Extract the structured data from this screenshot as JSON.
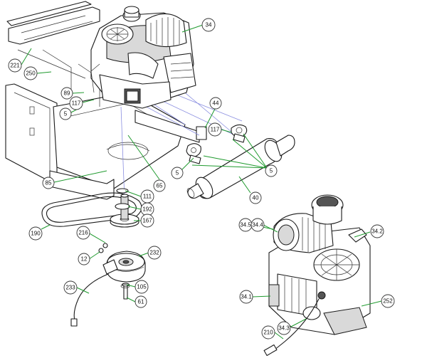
{
  "callouts": [
    {
      "id": "c-34",
      "label": "34"
    },
    {
      "id": "c-221",
      "label": "221"
    },
    {
      "id": "c-250",
      "label": "250"
    },
    {
      "id": "c-89",
      "label": "89"
    },
    {
      "id": "c-117a",
      "label": "117"
    },
    {
      "id": "c-5a",
      "label": "5"
    },
    {
      "id": "c-44",
      "label": "44"
    },
    {
      "id": "c-117b",
      "label": "117"
    },
    {
      "id": "c-5b",
      "label": "5"
    },
    {
      "id": "c-5c",
      "label": "5"
    },
    {
      "id": "c-40",
      "label": "40"
    },
    {
      "id": "c-85",
      "label": "85"
    },
    {
      "id": "c-65",
      "label": "65"
    },
    {
      "id": "c-111",
      "label": "111"
    },
    {
      "id": "c-192",
      "label": "192"
    },
    {
      "id": "c-167",
      "label": "167"
    },
    {
      "id": "c-190",
      "label": "190"
    },
    {
      "id": "c-216",
      "label": "216"
    },
    {
      "id": "c-12",
      "label": "12"
    },
    {
      "id": "c-232",
      "label": "232"
    },
    {
      "id": "c-233",
      "label": "233"
    },
    {
      "id": "c-105",
      "label": "105"
    },
    {
      "id": "c-61",
      "label": "61"
    },
    {
      "id": "c-345",
      "label": "34.5"
    },
    {
      "id": "c-344",
      "label": "34.4"
    },
    {
      "id": "c-342",
      "label": "34.2"
    },
    {
      "id": "c-341",
      "label": "34.1"
    },
    {
      "id": "c-252",
      "label": "252"
    },
    {
      "id": "c-343",
      "label": "34.3"
    },
    {
      "id": "c-210",
      "label": "210"
    }
  ],
  "colors": {
    "leader": "#1f9a2e",
    "line_art": "#1a1a1a",
    "guide": "#8a8ee0"
  }
}
